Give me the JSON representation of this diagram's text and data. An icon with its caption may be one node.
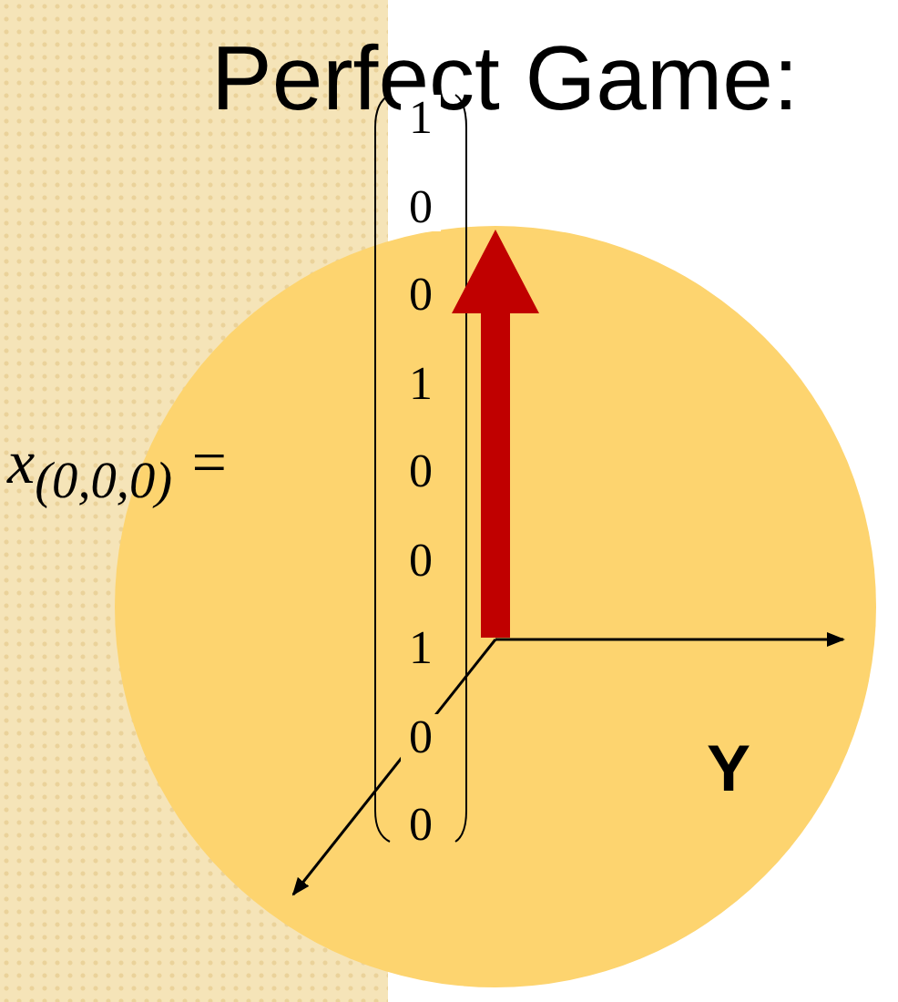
{
  "diagram": {
    "title": "Perfect Game:",
    "labels": [
      "x$_{(0,0,0)}$ =",
      "1",
      "0",
      "0",
      "1",
      "0",
      "0",
      "1",
      "0",
      "0",
      "Y"
    ]
  }
}
